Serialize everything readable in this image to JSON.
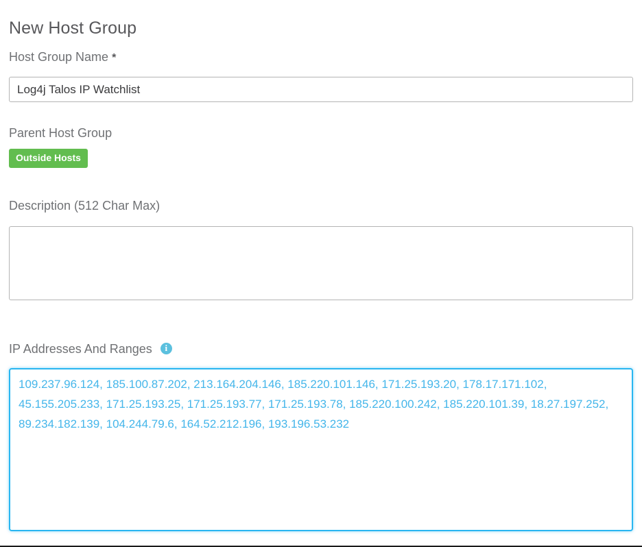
{
  "page": {
    "title": "New Host Group"
  },
  "form": {
    "host_group_name": {
      "label": "Host Group Name",
      "required_marker": "*",
      "value": "Log4j Talos IP Watchlist",
      "placeholder": ""
    },
    "parent_host_group": {
      "label": "Parent Host Group",
      "badge": "Outside Hosts",
      "badge_color": "#62bd4f"
    },
    "description": {
      "label": "Description (512 Char Max)",
      "value": "",
      "placeholder": ""
    },
    "ip_addresses": {
      "label": "IP Addresses And Ranges",
      "info_icon": "info-circle-icon",
      "info_icon_color": "#5bc0de",
      "text_color": "#45b6ea",
      "focus_border_color": "#29b6f1",
      "value": "109.237.96.124, 185.100.87.202, 213.164.204.146, 185.220.101.146, 171.25.193.20, 178.17.171.102, 45.155.205.233, 171.25.193.25, 171.25.193.77, 171.25.193.78, 185.220.100.242, 185.220.101.39, 18.27.197.252, 89.234.182.139, 104.244.79.6, 164.52.212.196, 193.196.53.232",
      "placeholder": "",
      "entries": [
        "109.237.96.124",
        "185.100.87.202",
        "213.164.204.146",
        "185.220.101.146",
        "171.25.193.20",
        "178.17.171.102",
        "45.155.205.233",
        "171.25.193.25",
        "171.25.193.77",
        "171.25.193.78",
        "185.220.100.242",
        "185.220.101.39",
        "18.27.197.252",
        "89.234.182.139",
        "104.244.79.6",
        "164.52.212.196",
        "193.196.53.232"
      ]
    }
  }
}
